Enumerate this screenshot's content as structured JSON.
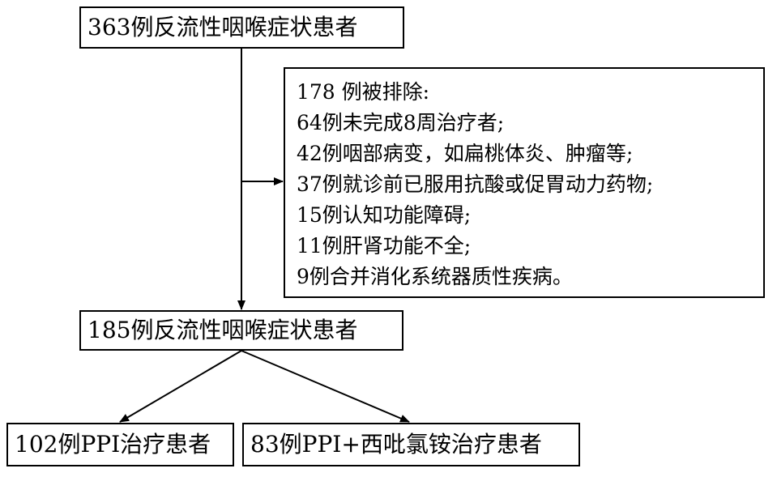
{
  "flowchart": {
    "start_node": "363例反流性咽喉症状患者",
    "excluded": {
      "header": "178 例被排除:",
      "reasons": [
        "64例未完成8周治疗者;",
        "42例咽部病变，如扁桃体炎、肿瘤等;",
        "37例就诊前已服用抗酸或促胃动力药物;",
        "15例认知功能障碍;",
        "11例肝肾功能不全;",
        "9例合并消化系统器质性疾病。"
      ]
    },
    "included_node": "185例反流性咽喉症状患者",
    "groups": [
      "102例PPI治疗患者",
      "83例PPI+西吡氯铵治疗患者"
    ]
  },
  "colors": {
    "line": "#000000",
    "background": "#ffffff"
  }
}
